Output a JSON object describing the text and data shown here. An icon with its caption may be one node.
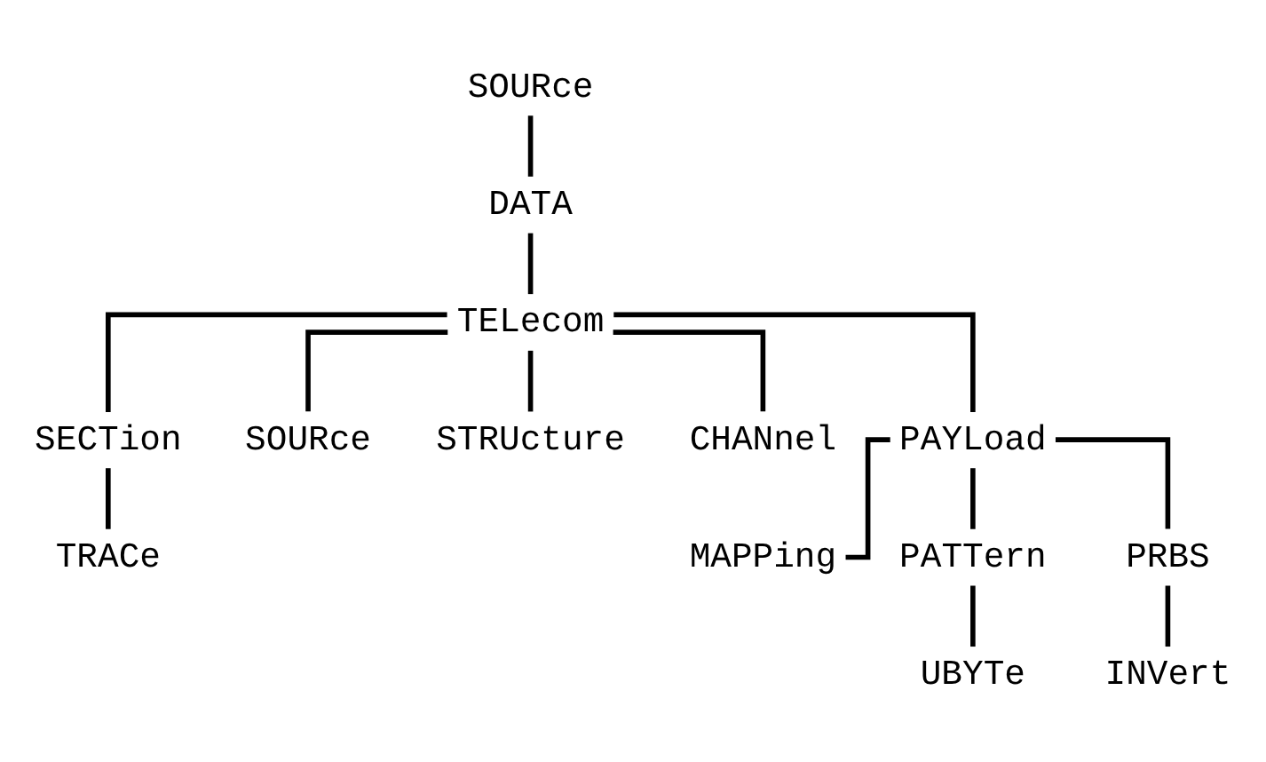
{
  "diagram": {
    "nodes": [
      {
        "text": [
          "SOURce"
        ]
      },
      {
        "text": [
          "DATA"
        ]
      },
      {
        "text": [
          "TELecom"
        ]
      },
      {
        "text": [
          "SECTion"
        ]
      },
      {
        "text": [
          "SOURce"
        ]
      },
      {
        "text": [
          "STRUcture"
        ]
      },
      {
        "text": [
          "CHANnel"
        ]
      },
      {
        "text": [
          "PAYLoad"
        ]
      },
      {
        "text": [
          "TRACe"
        ]
      },
      {
        "text": [
          "MAPPing"
        ]
      },
      {
        "text": [
          "PATTern"
        ]
      },
      {
        "text": [
          "PRBS"
        ]
      },
      {
        "text": [
          "UBYTe"
        ]
      },
      {
        "text": [
          "INVert"
        ]
      }
    ],
    "edges": [
      {
        "from": 0,
        "to": 1,
        "arrow": "none"
      },
      {
        "from": 1,
        "to": 2,
        "arrow": "none"
      },
      {
        "from": 2,
        "to": 3,
        "arrow": "none"
      },
      {
        "from": 2,
        "to": 4,
        "arrow": "none"
      },
      {
        "from": 2,
        "to": 5,
        "arrow": "none"
      },
      {
        "from": 2,
        "to": 6,
        "arrow": "none"
      },
      {
        "from": 2,
        "to": 7,
        "arrow": "none"
      },
      {
        "from": 3,
        "to": 8,
        "arrow": "none"
      },
      {
        "from": 7,
        "to": 9,
        "arrow": "none"
      },
      {
        "from": 7,
        "to": 10,
        "arrow": "none"
      },
      {
        "from": 7,
        "to": 11,
        "arrow": "none"
      },
      {
        "from": 10,
        "to": 12,
        "arrow": "none"
      },
      {
        "from": 11,
        "to": 13,
        "arrow": "none"
      }
    ]
  }
}
